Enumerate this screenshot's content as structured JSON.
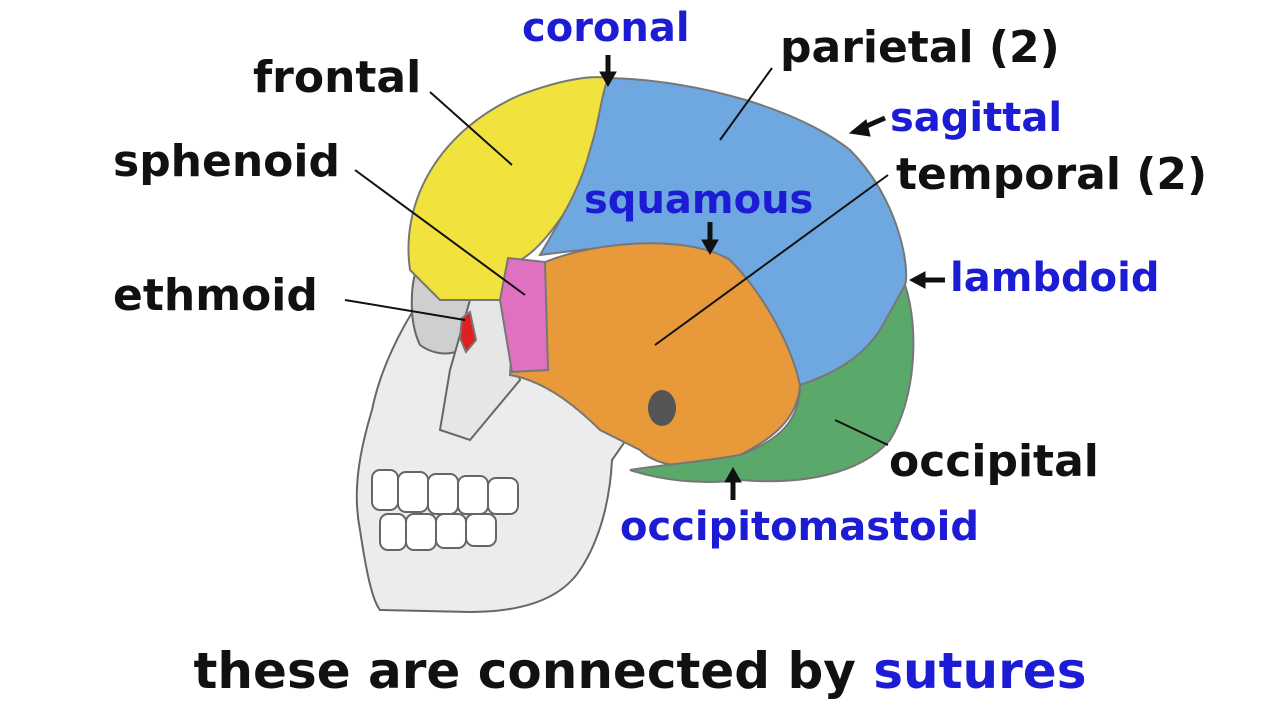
{
  "bones": {
    "frontal": "frontal",
    "sphenoid": "sphenoid",
    "ethmoid": "ethmoid",
    "parietal": "parietal (2)",
    "temporal": "temporal (2)",
    "occipital": "occipital"
  },
  "sutures": {
    "coronal": "coronal",
    "sagittal": "sagittal",
    "squamous": "squamous",
    "lambdoid": "lambdoid",
    "occipitomastoid": "occipitomastoid"
  },
  "caption": {
    "prefix": "these are connected by ",
    "highlight": "sutures"
  },
  "colors": {
    "frontal": "#f2e23e",
    "parietal": "#6fa8e0",
    "temporal": "#e89a3a",
    "occipital": "#5aa86a",
    "sphenoid": "#e070c0",
    "ethmoid": "#e02020",
    "skull": "#ececec",
    "suture_text": "#1c1cd4",
    "label_text": "#111111"
  }
}
